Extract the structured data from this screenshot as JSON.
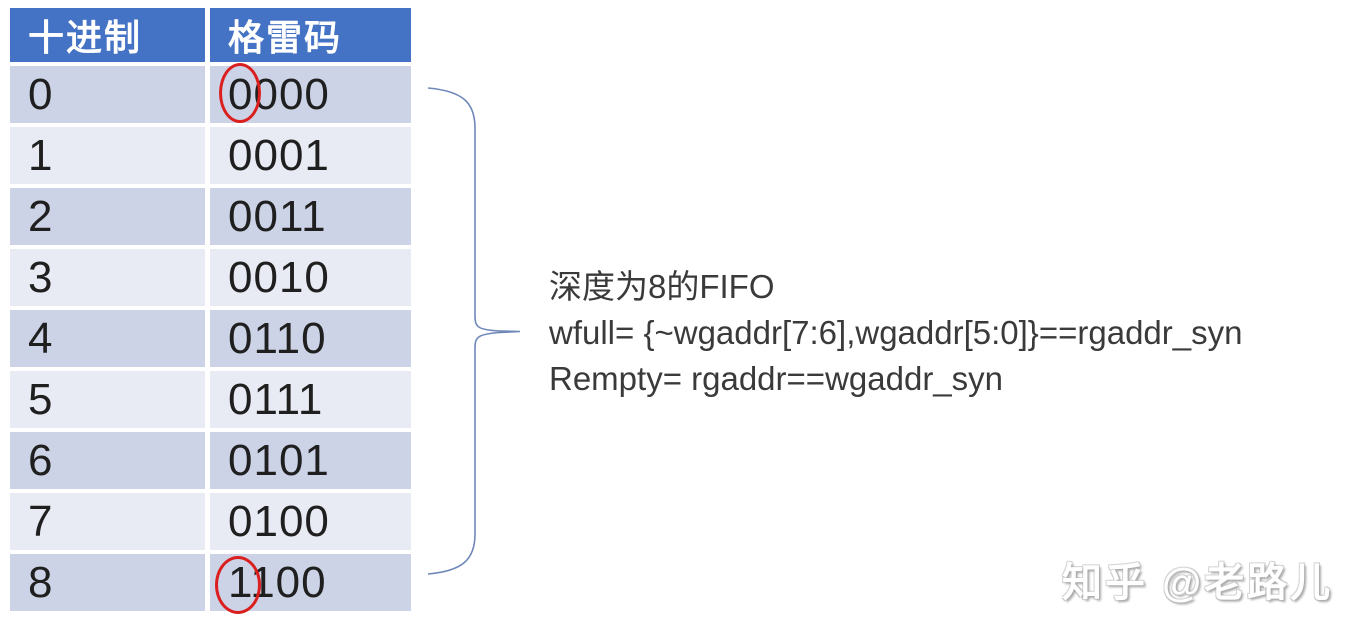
{
  "table": {
    "headers": {
      "decimal": "十进制",
      "gray": "格雷码"
    },
    "rows": [
      {
        "decimal": "0",
        "gray": "0000"
      },
      {
        "decimal": "1",
        "gray": "0001"
      },
      {
        "decimal": "2",
        "gray": "0011"
      },
      {
        "decimal": "3",
        "gray": "0010"
      },
      {
        "decimal": "4",
        "gray": "0110"
      },
      {
        "decimal": "5",
        "gray": "0111"
      },
      {
        "decimal": "6",
        "gray": "0101"
      },
      {
        "decimal": "7",
        "gray": "0100"
      },
      {
        "decimal": "8",
        "gray": "1100"
      }
    ]
  },
  "annotation": {
    "line1": "深度为8的FIFO",
    "line2": "wfull= {~wgaddr[7:6],wgaddr[5:0]}==rgaddr_syn",
    "line3": "Rempty= rgaddr==wgaddr_syn"
  },
  "watermark": "知乎 @老路儿",
  "colors": {
    "header_blue": "#4472c4",
    "row_dark": "#ccd3e6",
    "row_light": "#e9ebf4",
    "brace_blue": "#6f88b8",
    "ellipse_red": "#db1f1f"
  }
}
